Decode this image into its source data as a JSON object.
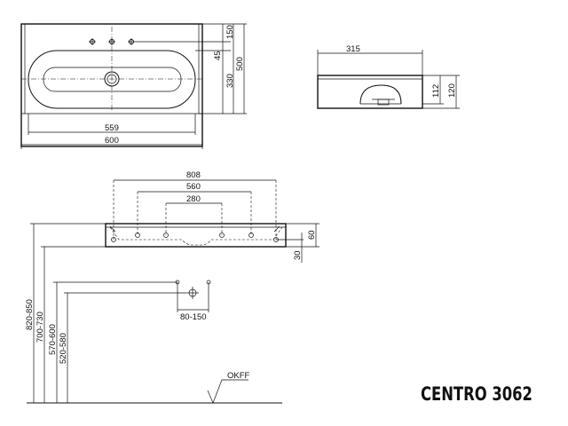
{
  "title": "CENTRO 3062",
  "top_view": {
    "dims": {
      "w559": "559",
      "w600": "600",
      "h150": "150",
      "h45": "45",
      "h330": "330",
      "h500": "500"
    }
  },
  "side_view": {
    "dims": {
      "w315": "315",
      "h112": "112",
      "h120": "120"
    }
  },
  "front_view": {
    "dims": {
      "w808": "808",
      "w560": "560",
      "w280": "280",
      "h60": "60",
      "h30": "30",
      "w80_150": "80-150"
    }
  },
  "height_dims": {
    "h820_850": "820-850",
    "h700_730": "700-730",
    "h570_600": "570-600",
    "h520_580": "520-580"
  },
  "floor_label": "OKFF"
}
